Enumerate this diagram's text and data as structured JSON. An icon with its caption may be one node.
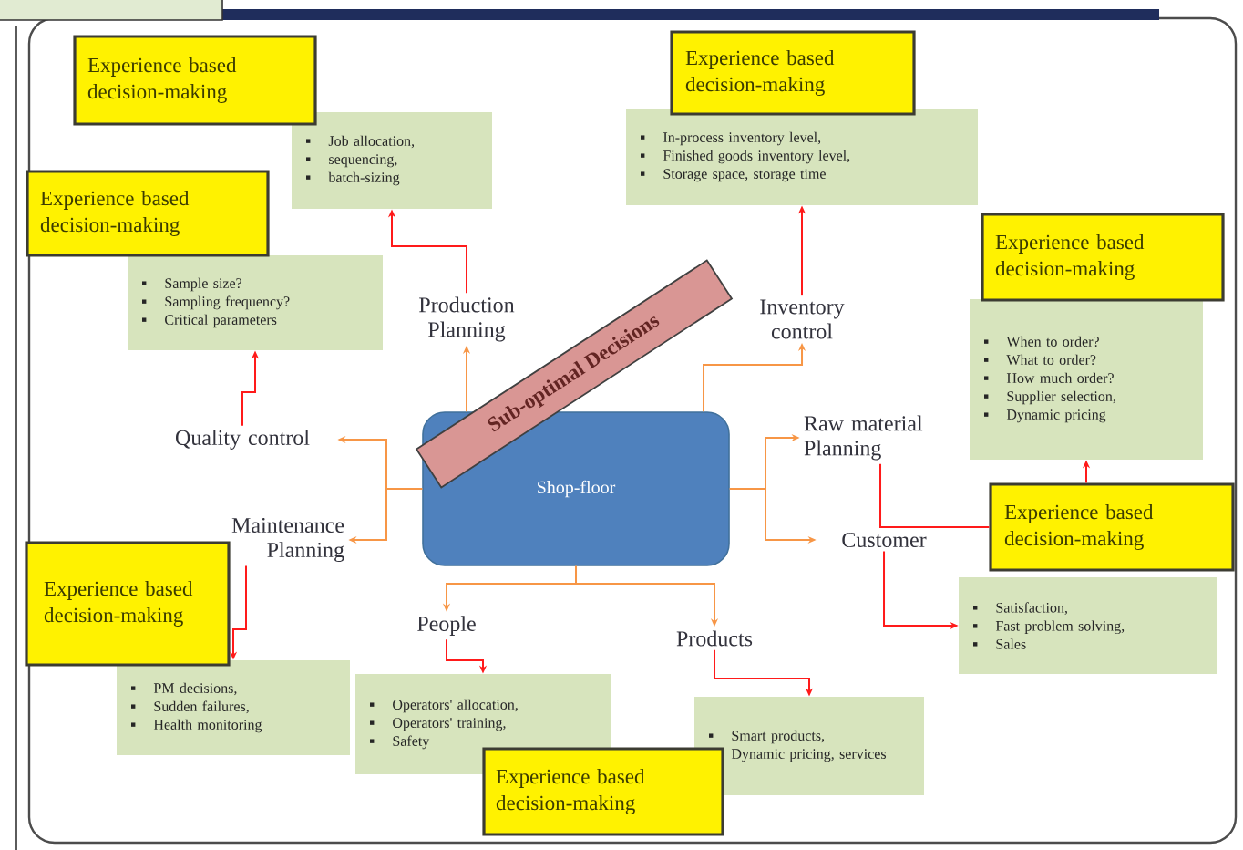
{
  "diagram": {
    "nodes": [
      {
        "text": [
          "Shop-floor"
        ]
      },
      {
        "text": [
          "Production Planning"
        ]
      },
      {
        "text": [
          "Inventory control"
        ]
      },
      {
        "text": [
          "Quality control"
        ]
      },
      {
        "text": [
          "Maintenance Planning"
        ]
      },
      {
        "text": [
          "Raw material Planning"
        ]
      },
      {
        "text": [
          "Customer"
        ]
      },
      {
        "text": [
          "People"
        ]
      },
      {
        "text": [
          "Products"
        ]
      },
      {
        "text": [
          "Job allocation,",
          "sequencing,",
          "batch-sizing"
        ]
      },
      {
        "text": [
          "In-process inventory level,",
          "Finished goods inventory level,",
          "Storage space, storage time"
        ]
      },
      {
        "text": [
          "Sample size?",
          "Sampling frequency?",
          "Critical parameters"
        ]
      },
      {
        "text": [
          "When to order?",
          "What to order?",
          "How much order?",
          "Supplier selection,",
          "Dynamic pricing"
        ]
      },
      {
        "text": [
          "PM decisions,",
          "Sudden failures,",
          "Health monitoring"
        ]
      },
      {
        "text": [
          "Operators' allocation,",
          "Operators' training,",
          "Safety"
        ]
      },
      {
        "text": [
          "Satisfaction,",
          "Fast problem solving,",
          "Sales"
        ]
      },
      {
        "text": [
          "Smart products,",
          "Dynamic pricing, services"
        ]
      },
      {
        "text": [
          "Experience based decision-making"
        ]
      },
      {
        "text": [
          "Experience based decision-making"
        ]
      },
      {
        "text": [
          "Experience based decision-making"
        ]
      },
      {
        "text": [
          "Experience based decision-making"
        ]
      },
      {
        "text": [
          "Experience based decision-making"
        ]
      },
      {
        "text": [
          "Experience based decision-making"
        ]
      },
      {
        "text": [
          "Experience based decision-making"
        ]
      },
      {
        "text": [
          "Sub-optimal Decisions"
        ]
      }
    ],
    "edges": [
      {
        "from": 0,
        "to": 1,
        "arrow": "to",
        "color": "#f79646"
      },
      {
        "from": 0,
        "to": 2,
        "arrow": "to",
        "color": "#f79646"
      },
      {
        "from": 0,
        "to": 3,
        "arrow": "to",
        "color": "#f79646"
      },
      {
        "from": 0,
        "to": 4,
        "arrow": "to",
        "color": "#f79646"
      },
      {
        "from": 0,
        "to": 5,
        "arrow": "to",
        "color": "#f79646"
      },
      {
        "from": 0,
        "to": 6,
        "arrow": "to",
        "color": "#f79646"
      },
      {
        "from": 0,
        "to": 7,
        "arrow": "to",
        "color": "#f79646"
      },
      {
        "from": 0,
        "to": 8,
        "arrow": "to",
        "color": "#f79646"
      },
      {
        "from": 1,
        "to": 9,
        "arrow": "to"
      },
      {
        "from": 2,
        "to": 10,
        "arrow": "to"
      },
      {
        "from": 3,
        "to": 11,
        "arrow": "to"
      },
      {
        "from": 4,
        "to": 13,
        "arrow": "to"
      },
      {
        "from": 5,
        "to": 21,
        "arrow": "none"
      },
      {
        "from": 21,
        "to": 12,
        "arrow": "to"
      },
      {
        "from": 6,
        "to": 15,
        "arrow": "to"
      },
      {
        "from": 7,
        "to": 14,
        "arrow": "to"
      },
      {
        "from": 8,
        "to": 16,
        "arrow": "to"
      }
    ]
  }
}
